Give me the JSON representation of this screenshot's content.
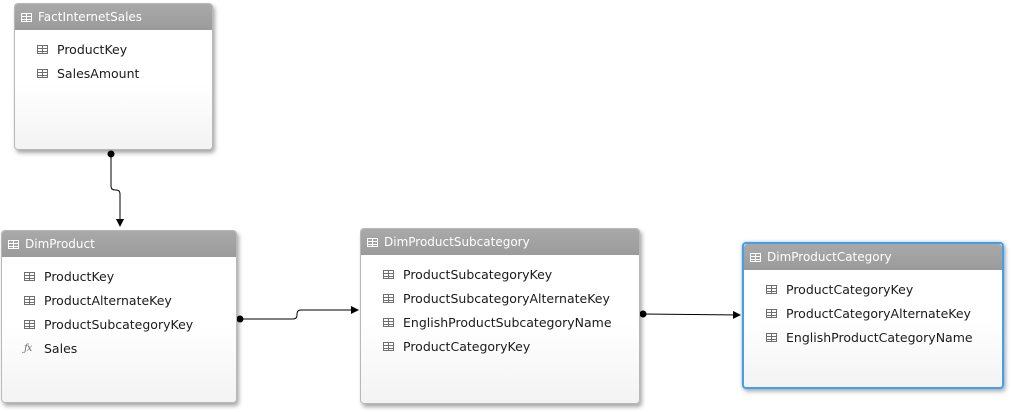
{
  "tables": {
    "fact_internet_sales": {
      "title": "FactInternetSales",
      "fields": [
        "ProductKey",
        "SalesAmount"
      ]
    },
    "dim_product": {
      "title": "DimProduct",
      "fields": [
        "ProductKey",
        "ProductAlternateKey",
        "ProductSubcategoryKey"
      ],
      "measures": [
        "Sales"
      ]
    },
    "dim_product_subcategory": {
      "title": "DimProductSubcategory",
      "fields": [
        "ProductSubcategoryKey",
        "ProductSubcategoryAlternateKey",
        "EnglishProductSubcategoryName",
        "ProductCategoryKey"
      ]
    },
    "dim_product_category": {
      "title": "DimProductCategory",
      "fields": [
        "ProductCategoryKey",
        "ProductCategoryAlternateKey",
        "EnglishProductCategoryName"
      ]
    }
  },
  "icons": {
    "table": "table-icon",
    "column": "column-icon",
    "measure": "function-icon"
  },
  "colors": {
    "header": "#9e9e9e",
    "selected_border": "#4a9de0",
    "connector": "#000000"
  }
}
